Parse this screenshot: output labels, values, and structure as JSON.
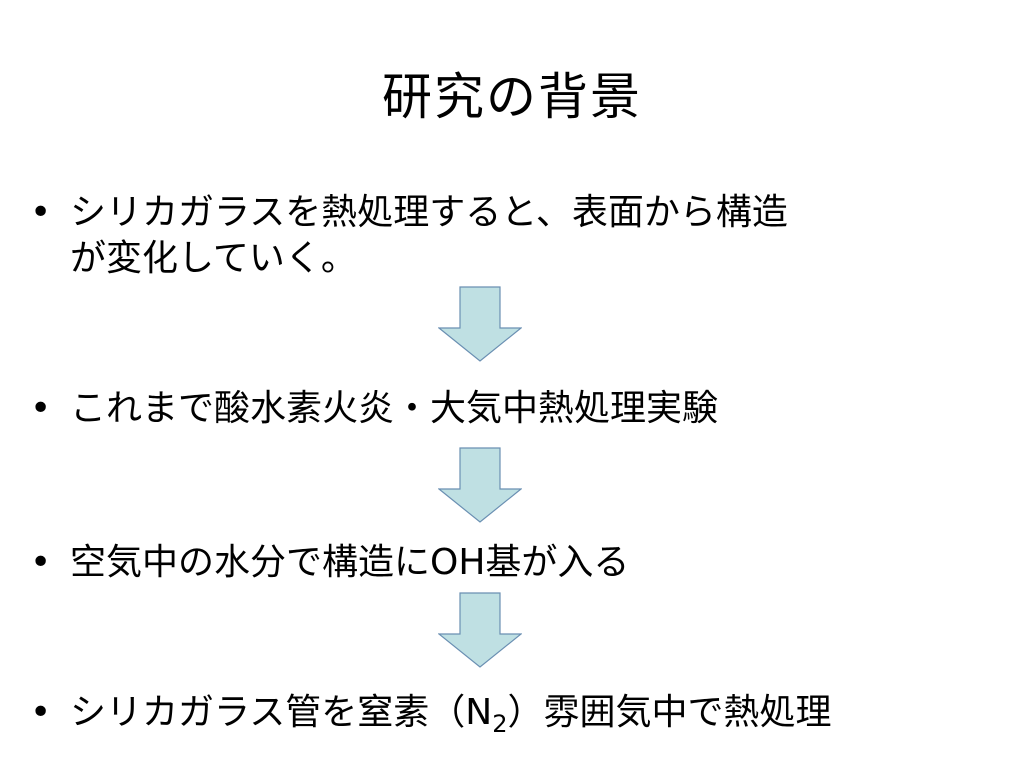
{
  "slide": {
    "title": "研究の背景",
    "bullets": [
      {
        "marker": "•",
        "line1": "シリカガラスを熱処理すると、表面から構造",
        "line2": "が変化していく。"
      },
      {
        "marker": "•",
        "text": "これまで酸水素火炎・大気中熱処理実験"
      },
      {
        "marker": "•",
        "text": "空気中の水分で構造にOH基が入る"
      },
      {
        "marker": "•",
        "text_before": "シリカガラス管を窒素（N",
        "subscript": "2",
        "text_after": "）雰囲気中で熱処理"
      }
    ],
    "arrows": {
      "icon": "down-arrow-icon",
      "fill": "#bfe0e3",
      "stroke": "#6a8fb2"
    }
  }
}
